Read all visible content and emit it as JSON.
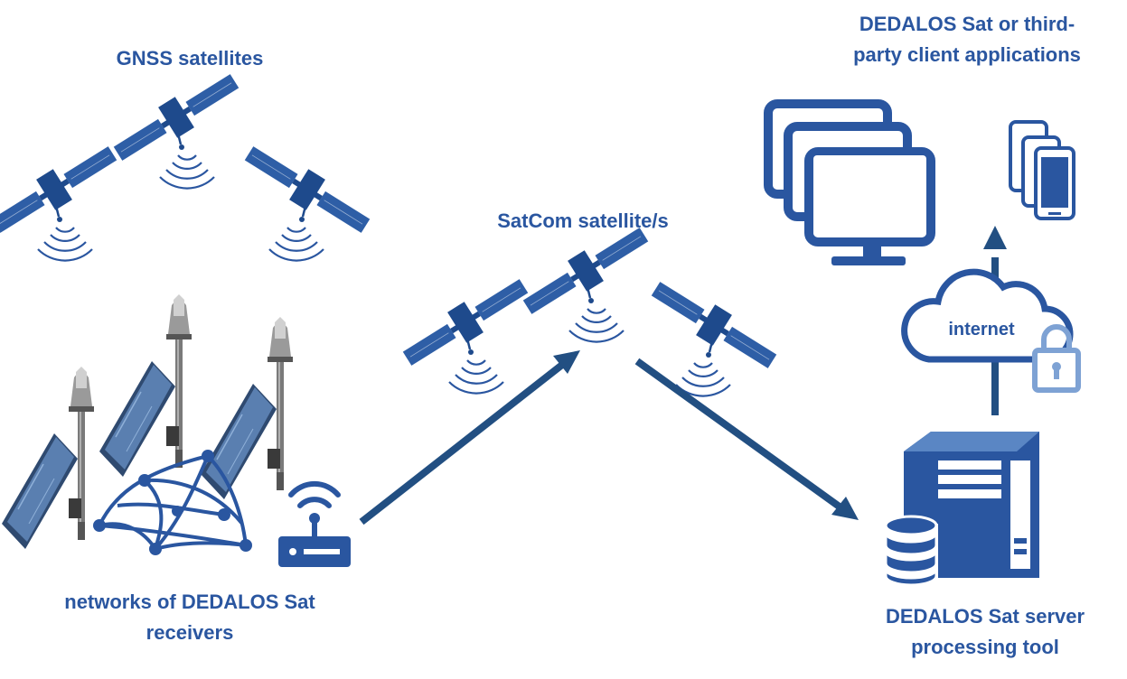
{
  "colors": {
    "primary": "#2a56a0",
    "panel": "#2e5ea6",
    "arrow": "#224f82",
    "light": "#7ea2d4",
    "background": "#ffffff"
  },
  "labels": {
    "gnss": "GNSS satellites",
    "clients_line1": "DEDALOS Sat or third-",
    "clients_line2": "party client applications",
    "satcom": "SatCom satellite/s",
    "internet": "internet",
    "networks_line1": "networks of DEDALOS Sat",
    "networks_line2": "receivers",
    "server_line1": "DEDALOS Sat server",
    "server_line2": "processing tool"
  },
  "icons": {
    "satellite": "satellite-icon",
    "receiver": "gnss-receiver-icon",
    "network": "network-mesh-icon",
    "router": "wifi-router-icon",
    "monitor": "monitor-icon",
    "phone": "smartphone-icon",
    "cloud": "cloud-icon",
    "lock": "lock-icon",
    "server": "server-icon",
    "database": "database-icon",
    "arrow": "arrow-icon"
  }
}
